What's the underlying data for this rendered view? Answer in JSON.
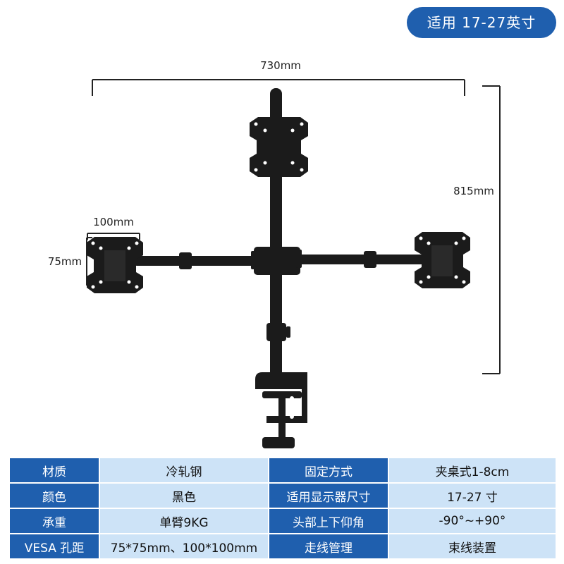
{
  "badge": {
    "text": "适用 17-27英寸"
  },
  "dimensions": {
    "width": "730mm",
    "height": "815mm",
    "vesa_width": "100mm",
    "vesa_height": "75mm"
  },
  "colors": {
    "accent": "#1f5fae",
    "cell_bg": "#cde3f7",
    "product": "#1b1b1b"
  },
  "specs": {
    "rows": [
      {
        "k1": "材质",
        "v1": "冷轧钢",
        "k2": "固定方式",
        "v2": "夹桌式1-8cm"
      },
      {
        "k1": "颜色",
        "v1": "黑色",
        "k2": "适用显示器尺寸",
        "v2": "17-27 寸"
      },
      {
        "k1": "承重",
        "v1": "单臂9KG",
        "k2": "头部上下仰角",
        "v2": "-90°~+90°"
      },
      {
        "k1": "VESA 孔距",
        "v1": "75*75mm、100*100mm",
        "k2": "走线管理",
        "v2": "束线装置"
      }
    ]
  }
}
